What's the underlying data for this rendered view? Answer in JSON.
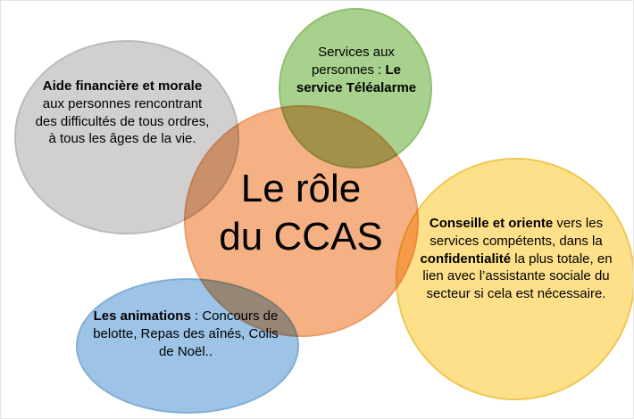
{
  "title": {
    "line1": "Le rôle",
    "line2": "du CCAS"
  },
  "bubbles": {
    "services": {
      "segments": [
        {
          "bold": false,
          "text": "Services aux personnes : "
        },
        {
          "bold": true,
          "text": "Le service Téléalarme"
        }
      ]
    },
    "aide": {
      "segments": [
        {
          "bold": true,
          "text": "Aide financière et morale"
        },
        {
          "bold": false,
          "text": " aux personnes rencontrant des difficultés de tous ordres, à tous les âges de la vie."
        }
      ]
    },
    "conseille": {
      "segments": [
        {
          "bold": true,
          "text": "Conseille et oriente"
        },
        {
          "bold": false,
          "text": " vers les services compétents, dans la "
        },
        {
          "bold": true,
          "text": "confidentialité"
        },
        {
          "bold": false,
          "text": " la plus totale, en lien avec l’assistante sociale du secteur si cela est nécessaire."
        }
      ]
    },
    "animations": {
      "segments": [
        {
          "bold": true,
          "text": "Les animations"
        },
        {
          "bold": false,
          "text": " : Concours de belotte, Repas des aînés, Colis de Noël.."
        }
      ]
    }
  },
  "colors": {
    "background": "#ffffff",
    "text": "#000000",
    "gray_fill": "#d1cfcf",
    "green_fill": "#a9d18e",
    "orange_fill": "#f5b183",
    "yellow_fill": "#ffe08a",
    "blue_fill": "#9dc3e6"
  }
}
